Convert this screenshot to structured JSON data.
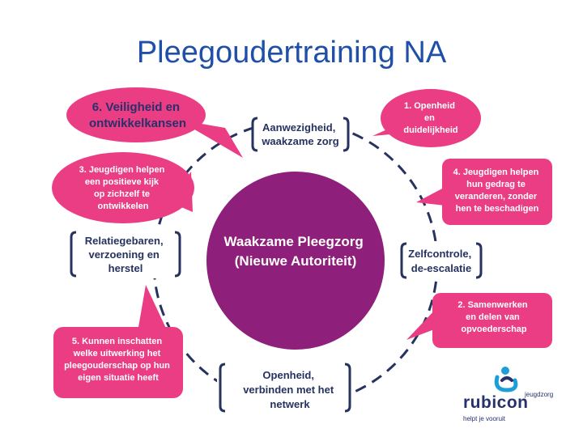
{
  "title": "Pleegoudertraining NA",
  "colors": {
    "title": "#1f4fa8",
    "pink": "#ea3d83",
    "purple": "#8e1f7a",
    "ring": "#26325f",
    "logo": "#27316b"
  },
  "center": [
    "Waakzame Pleegzorg",
    "(Nieuwe Autoriteit)"
  ],
  "bubbles": {
    "b6": [
      "6. Veiligheid en",
      "ontwikkelkansen"
    ],
    "b1": [
      "1. Openheid",
      "en",
      "duidelijkheid"
    ],
    "b3": [
      "3. Jeugdigen helpen",
      "een positieve kijk",
      "op zichzelf te",
      "ontwikkelen"
    ],
    "b4": [
      "4. Jeugdigen helpen",
      "hun gedrag te",
      "veranderen, zonder",
      "hen te beschadigen"
    ],
    "b2": [
      "2. Samenwerken",
      "en delen van",
      "opvoederschap"
    ],
    "b5": [
      "5. Kunnen inschatten",
      "welke uitwerking het",
      "pleegouderschap op hun",
      "eigen situatie heeft"
    ]
  },
  "pillars": {
    "top": [
      "Aanwezigheid,",
      "waakzame zorg"
    ],
    "left": [
      "Relatiegebaren,",
      "verzoening en",
      "herstel"
    ],
    "right": [
      "Zelfcontrole,",
      "de-escalatie"
    ],
    "bottom": [
      "Openheid,",
      "verbinden met het",
      "netwerk"
    ]
  },
  "logo": {
    "name": "rubicon",
    "sub": "jeugdzorg",
    "tagline": "helpt je vooruit",
    "icon": "rubicon-figure-icon"
  }
}
